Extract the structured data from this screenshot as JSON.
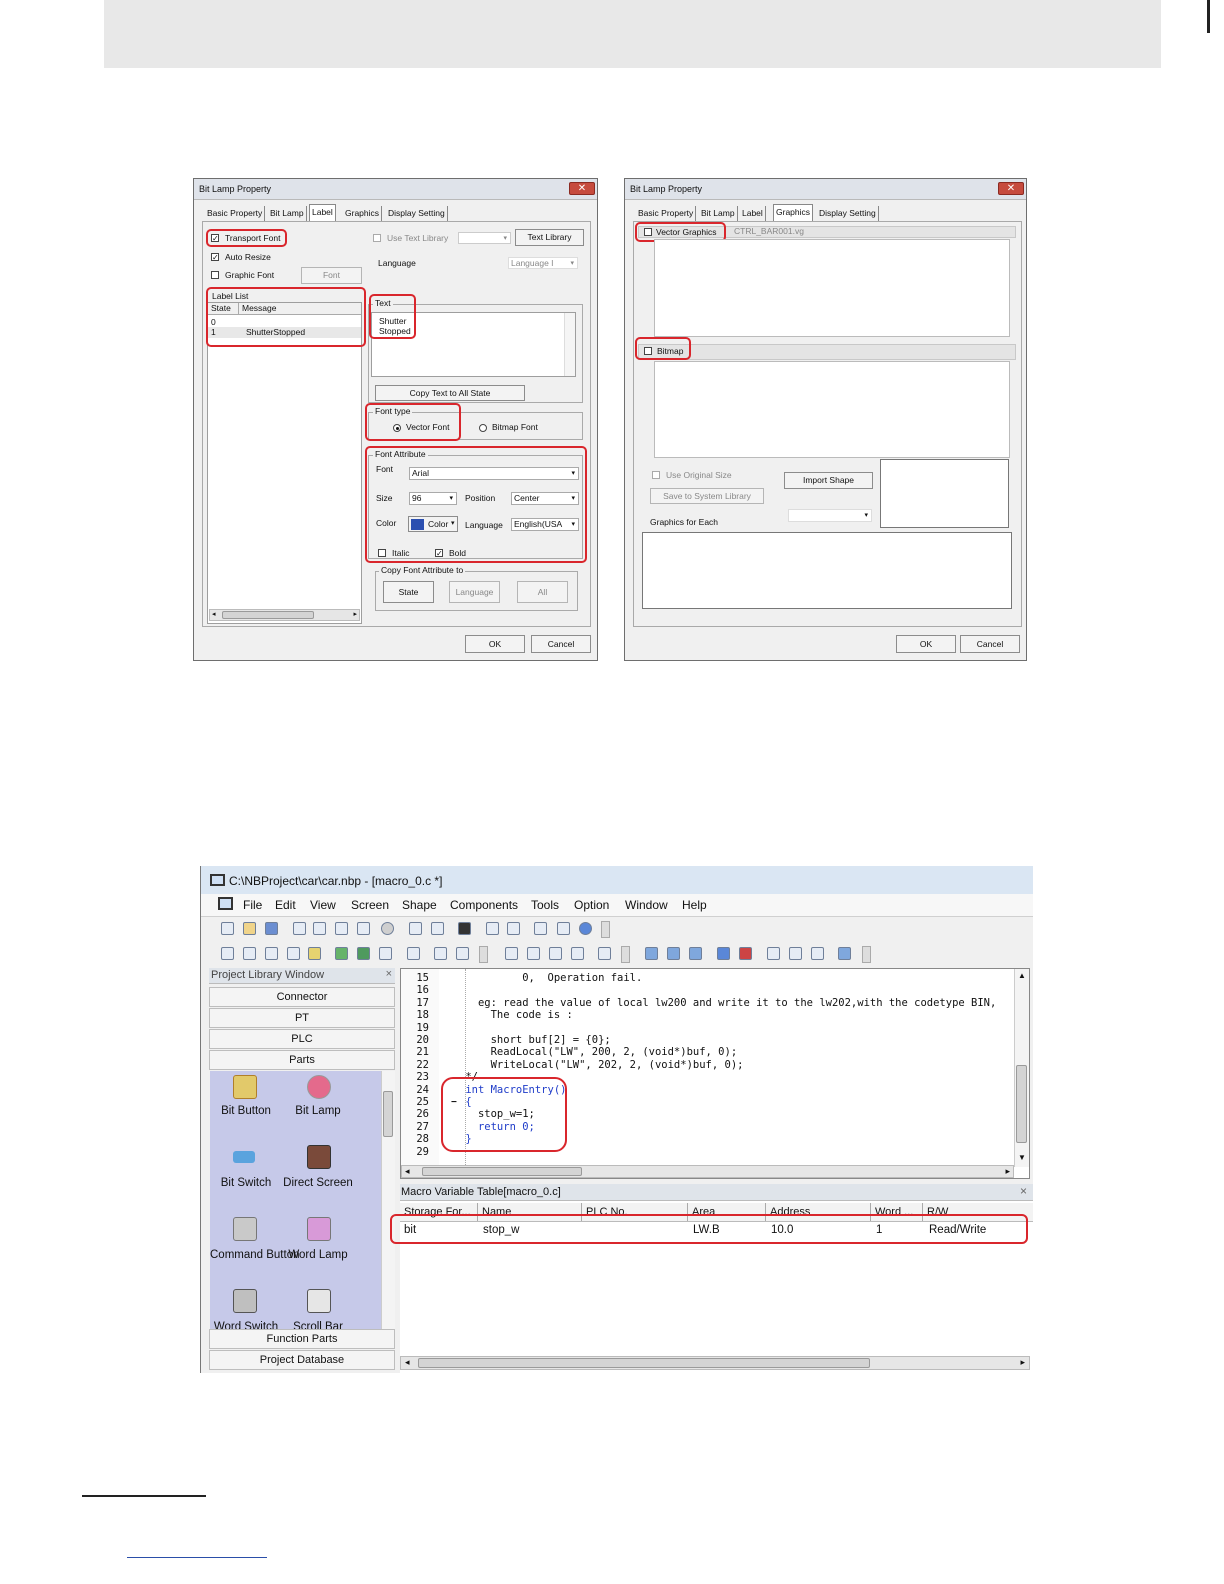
{
  "dialog_left": {
    "title": "Bit Lamp Property",
    "tabs": [
      "Basic Property",
      "Bit Lamp",
      "Label",
      "Graphics",
      "Display Setting"
    ],
    "selected_tab": "Label",
    "transport_font": "Transport Font",
    "auto_resize": "Auto Resize",
    "graphic_font": "Graphic Font",
    "font_button": "Font",
    "use_text_library": "Use Text Library",
    "text_library_button": "Text Library",
    "language_label": "Language",
    "language_value": "Language I",
    "label_list": "Label List",
    "col_state": "State",
    "col_message": "Message",
    "rows": [
      {
        "state": "0",
        "message": ""
      },
      {
        "state": "1",
        "message": "ShutterStopped"
      }
    ],
    "text_group": "Text",
    "text_value_1": "Shutter",
    "text_value_2": "Stopped",
    "copy_text_button": "Copy Text to All State",
    "font_type_group": "Font type",
    "vector_font": "Vector Font",
    "bitmap_font": "Bitmap Font",
    "font_attribute_group": "Font Attribute",
    "font_label": "Font",
    "font_value": "Arial",
    "size_label": "Size",
    "size_value": "96",
    "position_label": "Position",
    "position_value": "Center",
    "color_label": "Color",
    "color_button": "Color",
    "color_value": "#2b4fb0",
    "language2_label": "Language",
    "language2_value": "English(USA",
    "italic": "Italic",
    "bold": "Bold",
    "copy_font_group": "Copy Font Attribute to",
    "state_button": "State",
    "language_button": "Language",
    "all_button": "All",
    "ok": "OK",
    "cancel": "Cancel"
  },
  "dialog_right": {
    "title": "Bit Lamp Property",
    "tabs": [
      "Basic Property",
      "Bit Lamp",
      "Label",
      "Graphics",
      "Display Setting"
    ],
    "selected_tab": "Graphics",
    "vector_graphics": "Vector Graphics",
    "vector_file": "CTRL_BAR001.vg",
    "bitmap": "Bitmap",
    "use_original_size": "Use Original Size",
    "import_shape": "Import Shape",
    "save_to_library": "Save to System Library",
    "graphics_for_each": "Graphics for Each",
    "ok": "OK",
    "cancel": "Cancel"
  },
  "ide": {
    "title": "C:\\NBProject\\car\\car.nbp - [macro_0.c *]",
    "menu": [
      "File",
      "Edit",
      "View",
      "Screen",
      "Shape",
      "Components",
      "Tools",
      "Option",
      "Window",
      "Help"
    ],
    "project_library": {
      "title": "Project Library Window",
      "sections_top": [
        "Connector",
        "PT",
        "PLC",
        "Parts"
      ],
      "parts": [
        "Bit Button",
        "Bit Lamp",
        "Bit Switch",
        "Direct Screen",
        "Command Button",
        "Word Lamp",
        "Word Switch",
        "Scroll Bar"
      ],
      "sections_bottom": [
        "Function Parts",
        "Project Database"
      ]
    },
    "code_lines": [
      {
        "n": "15",
        "t": "          0,  Operation fail."
      },
      {
        "n": "16",
        "t": ""
      },
      {
        "n": "17",
        "t": "   eg: read the value of local lw200 and write it to the lw202,with the codetype BIN,"
      },
      {
        "n": "18",
        "t": "     The code is :"
      },
      {
        "n": "19",
        "t": ""
      },
      {
        "n": "20",
        "t": "     short buf[2] = {0};"
      },
      {
        "n": "21",
        "t": "     ReadLocal(\"LW\", 200, 2, (void*)buf, 0);"
      },
      {
        "n": "22",
        "t": "     WriteLocal(\"LW\", 202, 2, (void*)buf, 0);"
      },
      {
        "n": "23",
        "t": " */"
      },
      {
        "n": "24",
        "t": " int MacroEntry()"
      },
      {
        "n": "25",
        "t": " {"
      },
      {
        "n": "26",
        "t": "   stop_w=1;"
      },
      {
        "n": "27",
        "t": "   return 0;"
      },
      {
        "n": "28",
        "t": " }"
      },
      {
        "n": "29",
        "t": ""
      }
    ],
    "macro_table": {
      "title": "Macro Variable Table[macro_0.c]",
      "columns": [
        "Storage For...",
        "Name",
        "PLC No.",
        "Area",
        "Address",
        "Word ...",
        "R/W"
      ],
      "row": [
        "bit",
        "stop_w",
        "",
        "LW.B",
        "10.0",
        "1",
        "Read/Write"
      ]
    }
  }
}
